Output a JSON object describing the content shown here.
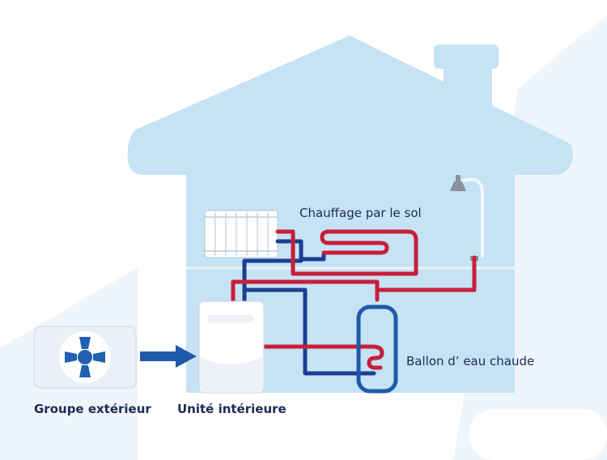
{
  "labels": {
    "floor_heating": "Chauffage par le sol",
    "hot_water_tank": "Ballon d’ eau chaude",
    "outdoor_unit": "Groupe extérieur",
    "indoor_unit": "Unité intérieure"
  },
  "colors": {
    "house": "#c6e2f5",
    "hot_pipe": "#c81e3a",
    "cold_pipe": "#1b3f8f",
    "arrow": "#1f5aa8",
    "text": "#1d2b55"
  },
  "icons": {
    "outdoor_unit": "fan-icon",
    "radiator": "radiator-icon",
    "shower": "shower-icon",
    "arrow": "arrow-right-icon"
  }
}
